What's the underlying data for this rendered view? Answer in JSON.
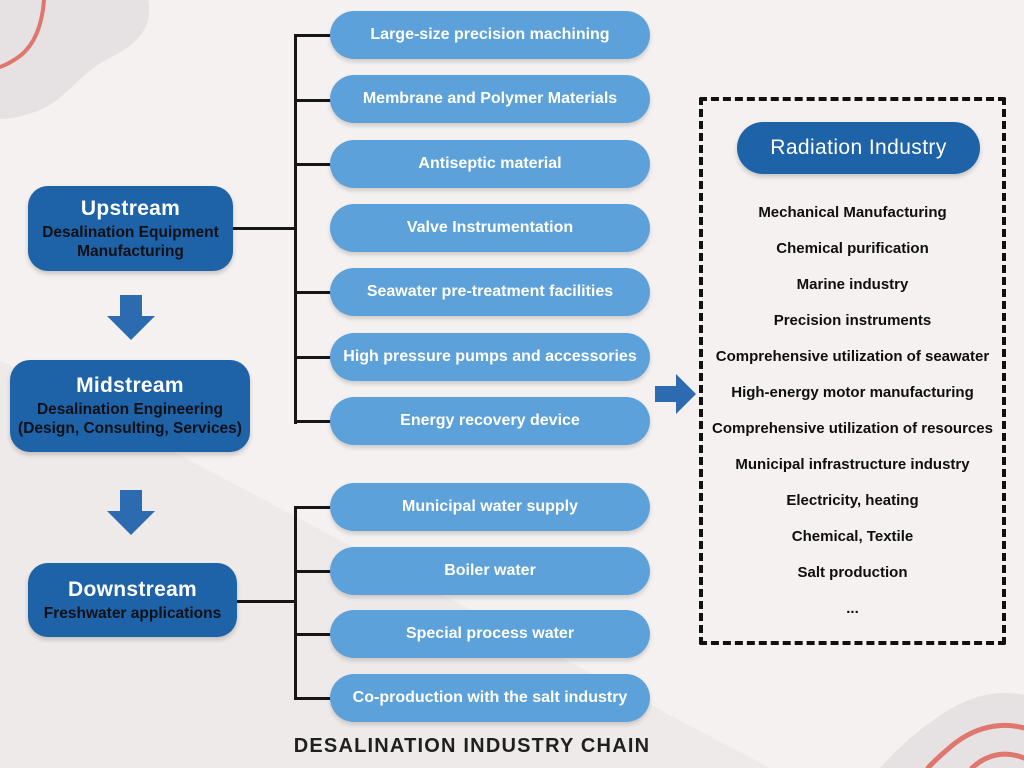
{
  "chain": {
    "stages": [
      {
        "title": "Upstream",
        "subtitle": "Desalination Equipment Manufacturing"
      },
      {
        "title": "Midstream",
        "subtitle": "Desalination Engineering (Design, Consulting, Services)"
      },
      {
        "title": "Downstream",
        "subtitle": "Freshwater applications"
      }
    ],
    "upstream_items": [
      "Large-size precision machining",
      "Membrane and Polymer Materials",
      "Antiseptic material",
      "Valve Instrumentation",
      "Seawater pre-treatment facilities",
      "High pressure pumps and accessories",
      "Energy recovery device"
    ],
    "downstream_items": [
      "Municipal water supply",
      "Boiler water",
      "Special process water",
      "Co-production with the salt industry"
    ]
  },
  "radiation_panel": {
    "title": "Radiation Industry",
    "items": [
      "Mechanical Manufacturing",
      "Chemical purification",
      "Marine industry",
      "Precision instruments",
      "Comprehensive utilization of seawater",
      "High-energy motor manufacturing",
      "Comprehensive utilization of resources",
      "Municipal infrastructure industry",
      "Electricity, heating",
      "Chemical, Textile",
      "Salt production",
      "..."
    ]
  },
  "footer": {
    "title": "DESALINATION INDUSTRY CHAIN"
  },
  "colors": {
    "dark_blue": "#1e62a8",
    "light_blue": "#5ca1d9",
    "arrow_blue": "#2c6bb0",
    "connector_black": "#161616",
    "salmon_accent": "#df776e",
    "blob_gray": "#e6e1e2",
    "background": "#f4f1f0"
  }
}
